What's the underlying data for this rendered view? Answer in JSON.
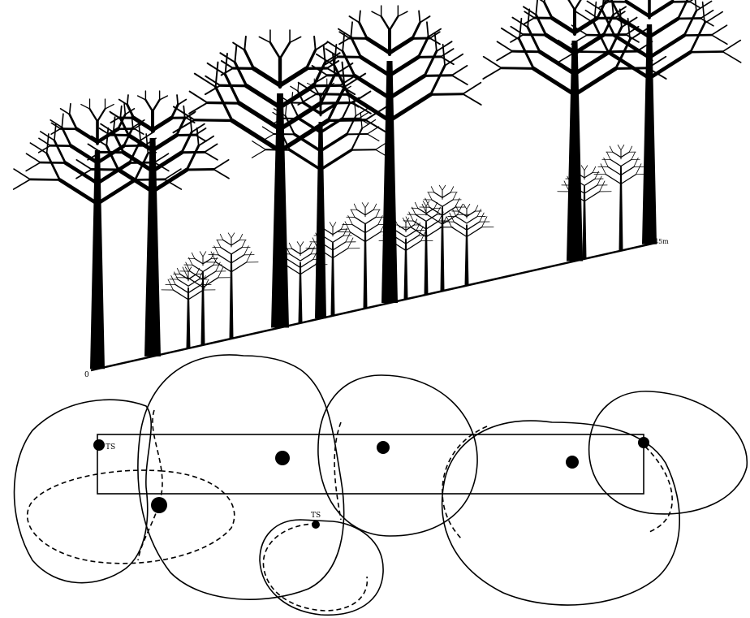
{
  "diagram": {
    "profile": {
      "scale_start_label": "0",
      "scale_end_label": "45m"
    },
    "plan": {
      "transect_label_top_left": "TS",
      "transect_label_lower": "TS"
    }
  },
  "colors": {
    "ink": "#000000",
    "paper": "#ffffff"
  }
}
